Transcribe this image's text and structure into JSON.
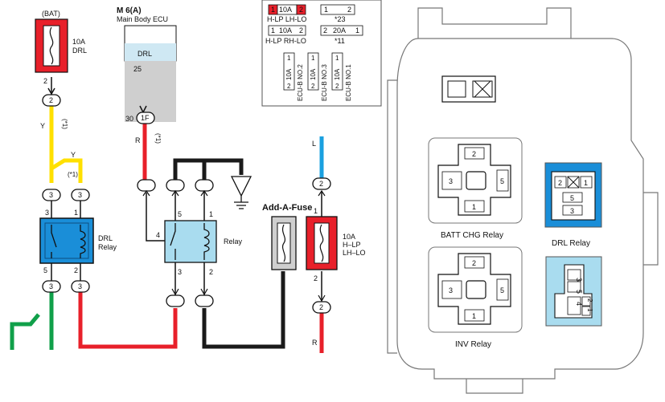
{
  "colors": {
    "fuse_red": "#e8202a",
    "relay_blue": "#1a8ed8",
    "relay_light": "#a9dcef",
    "ecu_gray": "#cfcfcf",
    "wire_yellow": "#ffe000",
    "wire_red": "#e8202a",
    "wire_blue": "#1aa0e0",
    "wire_green": "#10a04a",
    "wire_black": "#1a1a1a"
  },
  "left": {
    "bat_label": "(BAT)",
    "drl_fuse": {
      "rating": "10A",
      "name": "DRL",
      "pin": "2"
    },
    "conn_2_label": "2",
    "wire_y_label": "Y",
    "wire_y_note": "(*1)",
    "wire_y2_label": "Y",
    "wire_y2_note": "(*1)",
    "drl_relay": {
      "name_line1": "DRL",
      "name_line2": "Relay",
      "pin_top_left": "3",
      "pin_top_right": "1",
      "pin_bottom_left": "5",
      "pin_bottom_right": "2",
      "conn_top_left": "3",
      "conn_top_right": "3",
      "conn_bottom_left": "3",
      "conn_bottom_right": "3"
    }
  },
  "ecu": {
    "code": "M 6(A)",
    "name": "Main Body ECU",
    "terminal": "DRL",
    "pin_top": "25",
    "pin_bottom": "30",
    "connector": "1F",
    "wire_r_label": "R",
    "wire_r_note": "(*1)"
  },
  "fuse_box_top": {
    "row1_pin_a": "1",
    "row1_rating": "10A",
    "row1_pin_b": "2",
    "row1_label": "H-LP LH-LO",
    "row2_pin_a": "1",
    "row2_rating": "10A",
    "row2_pin_b": "2",
    "row2_label": "H-LP RH-LO",
    "r_row1_pin_a": "1",
    "r_row1_pin_b": "2",
    "r_row1_note": "*23",
    "r_row2_pin_a": "2",
    "r_row2_rating": "20A",
    "r_row2_pin_b": "1",
    "r_row2_note": "*11",
    "vfuses": [
      {
        "pin_top": "1",
        "rating": "10A",
        "pin_bottom": "2",
        "label": "ECU-B NO.2"
      },
      {
        "pin_top": "1",
        "rating": "10A",
        "pin_bottom": "2",
        "label": "ECU-B NO.3"
      },
      {
        "pin_top": "1",
        "rating": "10A",
        "pin_bottom": "2",
        "label": "ECU-B NO.1"
      }
    ]
  },
  "middle_relay": {
    "name": "Relay",
    "pin_4": "4",
    "pin_5": "5",
    "pin_1": "1",
    "pin_3": "3",
    "pin_2": "2"
  },
  "add_a_fuse": {
    "title": "Add-A-Fuse",
    "fuse_rating": "10A",
    "fuse_line2": "H–LP",
    "fuse_line3": "LH–LO",
    "pin_top": "1",
    "pin_bottom": "2",
    "conn_top": "2",
    "conn_bottom": "2",
    "wire_l_label": "L",
    "wire_r_label": "R"
  },
  "relay_box": {
    "batt_chg": {
      "label": "BATT CHG Relay",
      "pin_top": "2",
      "pin_left": "3",
      "pin_right": "5",
      "pin_bottom": "1"
    },
    "inv": {
      "label": "INV Relay",
      "pin_top": "2",
      "pin_left": "3",
      "pin_right": "5",
      "pin_bottom": "1"
    },
    "drl": {
      "label": "DRL Relay",
      "pin_a": "2",
      "pin_b": "1",
      "pin_c": "5",
      "pin_d": "3"
    },
    "small": {
      "pin_a": "3",
      "pin_b": "5",
      "pin_c": "4",
      "pin_d": "2",
      "pin_e": "1"
    }
  }
}
